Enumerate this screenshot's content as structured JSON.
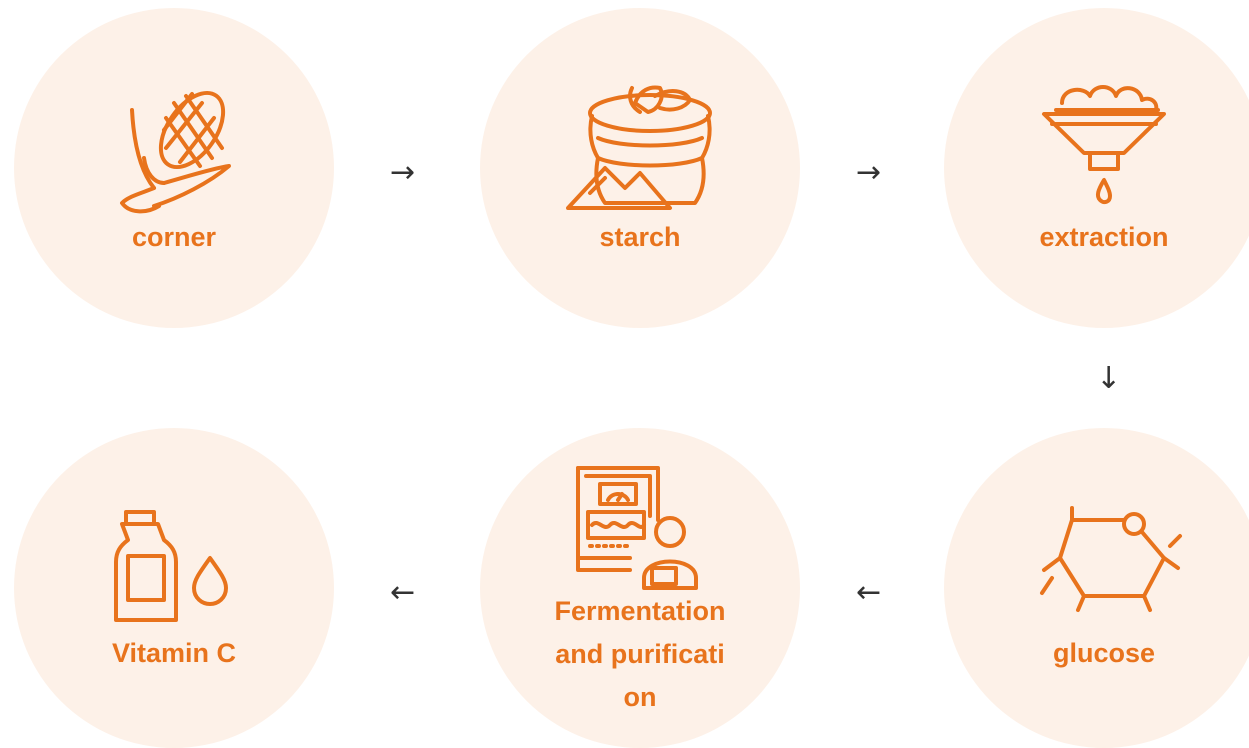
{
  "accent_color": "#e8731c",
  "circle_color": "#fdf1e8",
  "steps": [
    {
      "label": "corner",
      "icon": "corn-icon"
    },
    {
      "label": "starch",
      "icon": "starch-sack-icon"
    },
    {
      "label": "extraction",
      "icon": "funnel-extraction-icon"
    },
    {
      "label": "glucose",
      "icon": "glucose-molecule-icon"
    },
    {
      "label": "Fermentation\nand purificati\non",
      "icon": "fermentation-machine-icon"
    },
    {
      "label": "Vitamin C",
      "icon": "vitamin-bottle-icon"
    }
  ],
  "arrows": {
    "right": "→",
    "down": "↓",
    "left": "←"
  }
}
